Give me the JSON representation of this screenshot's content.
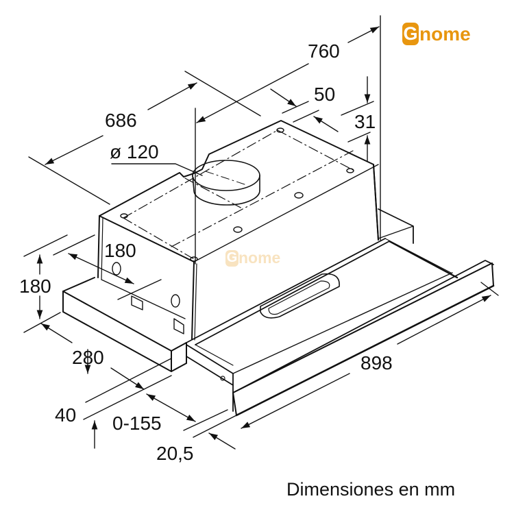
{
  "brand": {
    "logo_initial": "G",
    "logo_rest": "nome",
    "color": "#E8960F",
    "watermark_color": "#F8E3C0"
  },
  "diagram": {
    "subject": "telescopic range hood",
    "dimensions": {
      "width_total": "760",
      "depth_body": "686",
      "duct_diameter": "ø 120",
      "duct_offset": "50",
      "duct_edge_offset": "31",
      "side_depth": "180",
      "height": "180",
      "base_depth": "280",
      "front_height": "40",
      "extension": "0-155",
      "front_panel": "20,5",
      "width_front": "898"
    },
    "caption": "Dimensiones en mm"
  }
}
